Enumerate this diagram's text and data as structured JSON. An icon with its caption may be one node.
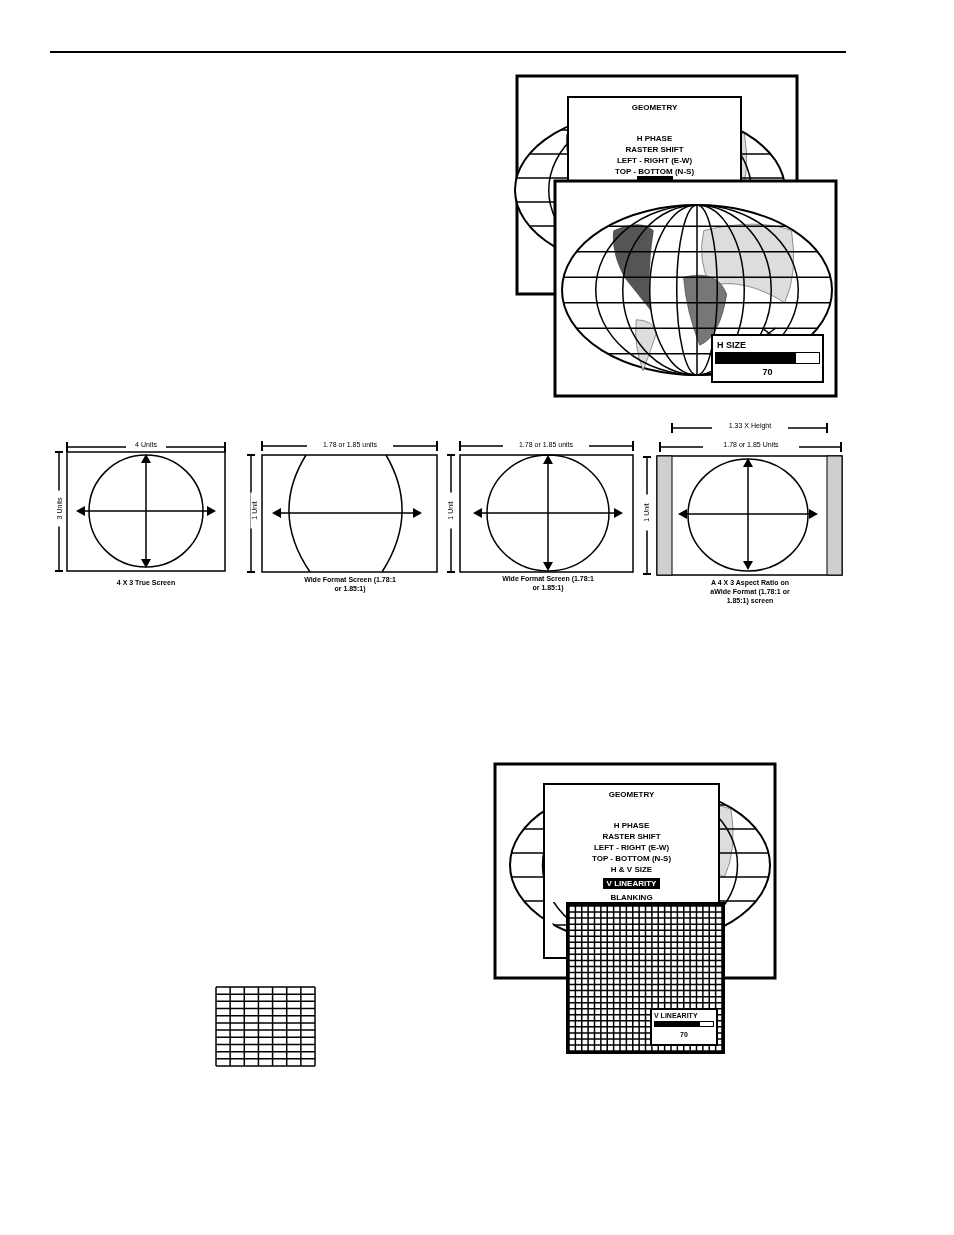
{
  "diagram": {
    "nodes": [
      {
        "text": [
          "GEOMETRY",
          "H PHASE",
          "RASTER SHIFT",
          "LEFT - RIGHT (E-W)",
          "TOP - BOTTOM (N-S)"
        ]
      },
      {
        "text": [
          "H SIZE",
          "70"
        ]
      },
      {
        "text": [
          "GEOMETRY",
          "H PHASE",
          "RASTER SHIFT",
          "LEFT - RIGHT (E-W)",
          "TOP - BOTTOM (N-S)",
          "H & V SIZE",
          "V LINEARITY",
          "BLANKING"
        ]
      },
      {
        "text": [
          "V LINEARITY",
          "70"
        ]
      }
    ],
    "labels": [
      "4 Units",
      "3 Units",
      "4 X 3 True Screen",
      "1.78 or 1.85 units",
      "1 Unit",
      "Wide Format Screen (1.78:1 or 1.85:1)",
      "1.78 or 1.85 units",
      "1 Unit",
      "Wide Format Screen (1.78:1 or 1.85:1)",
      "1.33 X Height",
      "1.78 or 1.85 Units",
      "1 Unit",
      "A 4 X 3 Aspect Ratio on aWide Format (1.78:1 or 1.85:1) screen"
    ]
  }
}
